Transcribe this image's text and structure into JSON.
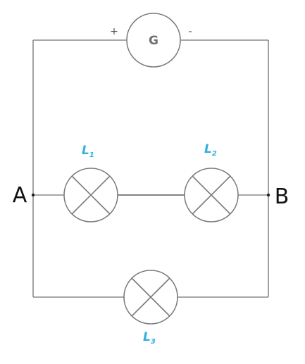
{
  "meter": {
    "label": "G",
    "plus": "+",
    "minus": "-"
  },
  "lamps": {
    "l1": {
      "letter": "L",
      "sub": "1"
    },
    "l2": {
      "letter": "L",
      "sub": "2"
    },
    "l3": {
      "letter": "L",
      "sub": "3"
    }
  },
  "nodes": {
    "a": "A",
    "b": "B"
  },
  "colors": {
    "lamp_label": "#2fb0e0",
    "wire": "#8a8a8a"
  }
}
